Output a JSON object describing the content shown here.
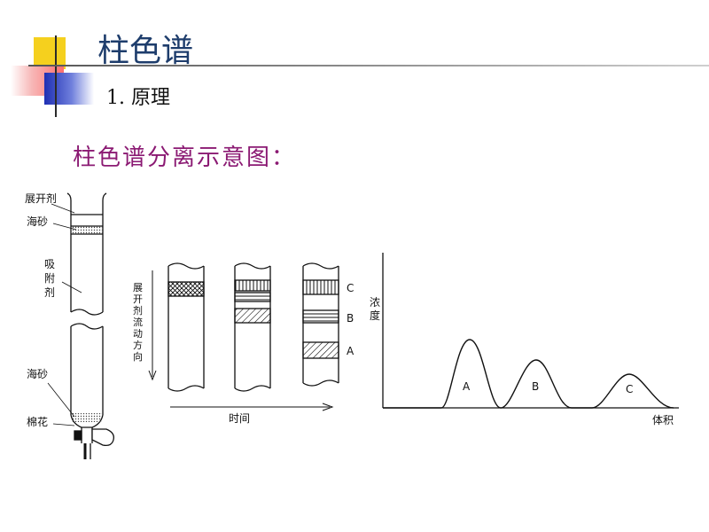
{
  "slide": {
    "title": "柱色谱",
    "subtitle": "1. 原理",
    "heading": "柱色谱分离示意图："
  },
  "figure1": {
    "label_solvent": "展开剂",
    "label_sand_top": "海砂",
    "label_adsorbent": [
      "吸",
      "附",
      "剂"
    ],
    "label_sand_bottom": "海砂",
    "label_cotton": "棉花"
  },
  "figure2": {
    "flow_direction": [
      "展",
      "开",
      "剂",
      "流",
      "动",
      "方",
      "向"
    ],
    "time_label": "时间",
    "band_labels": [
      "C",
      "B",
      "A"
    ]
  },
  "figure3": {
    "ylabel": [
      "浓",
      "度"
    ],
    "xlabel": "体积",
    "peak_labels": [
      "A",
      "B",
      "C"
    ]
  },
  "colors": {
    "title": "#1e3d6c",
    "heading": "#8b1a73",
    "accent_yellow": "#f5d01e",
    "accent_blue": "#1f2fb3",
    "accent_red": "#ff6e6e"
  }
}
